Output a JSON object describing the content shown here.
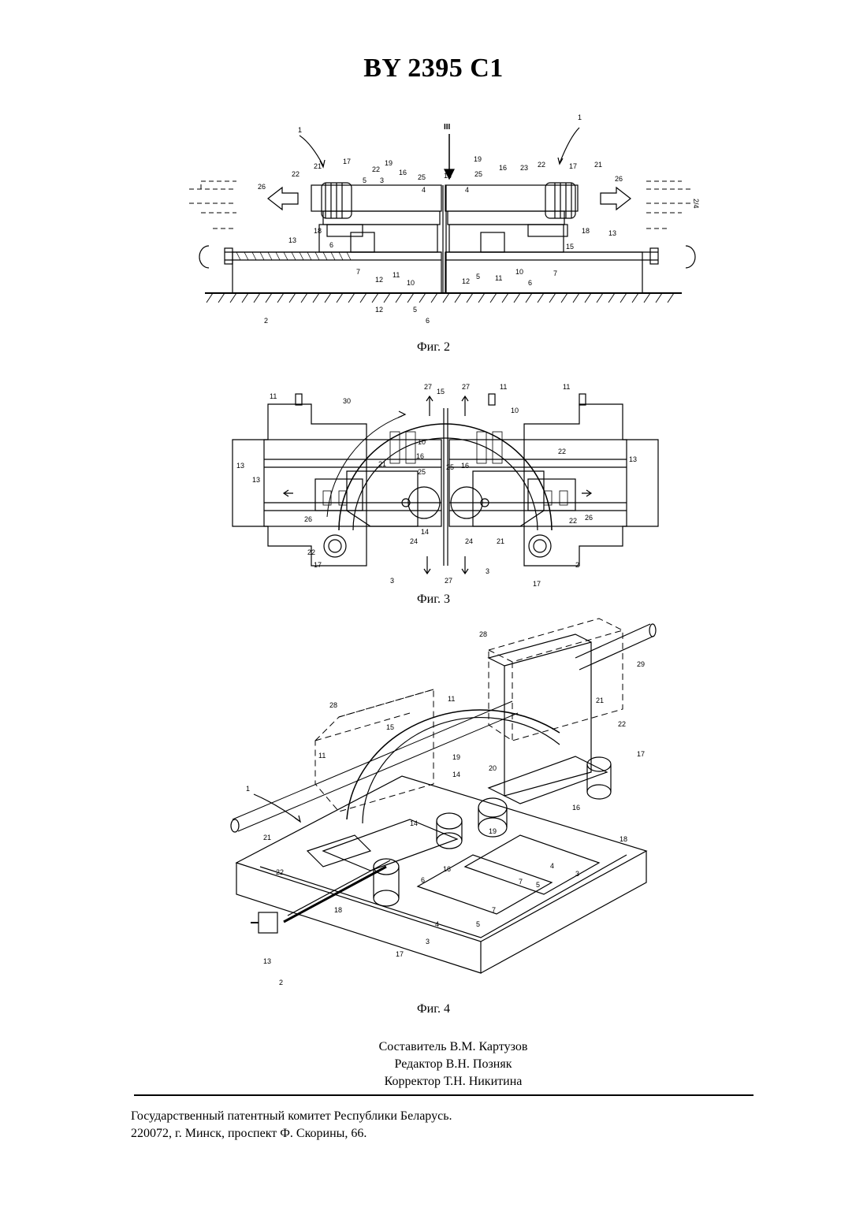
{
  "document": {
    "number": "BY 2395 C1"
  },
  "figures": [
    {
      "caption": "Фиг. 2",
      "view_marker": "III",
      "labels": [
        "1",
        "1",
        "22",
        "21",
        "17",
        "5",
        "22",
        "19",
        "3",
        "16",
        "25",
        "4",
        "14",
        "4",
        "25",
        "19",
        "16",
        "23",
        "22",
        "17",
        "21",
        "26",
        "26",
        "18",
        "18",
        "6",
        "15",
        "13",
        "13",
        "7",
        "11",
        "10",
        "12",
        "5",
        "12",
        "11",
        "10",
        "6",
        "7",
        "2",
        "12",
        "5",
        "6",
        "2/4"
      ]
    },
    {
      "caption": "Фиг. 3",
      "labels": [
        "11",
        "30",
        "27",
        "27",
        "15",
        "11",
        "11",
        "13",
        "10",
        "10",
        "16",
        "25",
        "25",
        "16",
        "21",
        "22",
        "13",
        "13",
        "26",
        "26",
        "22",
        "22",
        "17",
        "14",
        "24",
        "24",
        "21",
        "2",
        "3",
        "27",
        "3",
        "17"
      ]
    },
    {
      "caption": "Фиг. 4",
      "labels": [
        "28",
        "29",
        "28",
        "11",
        "21",
        "22",
        "15",
        "19",
        "20",
        "17",
        "11",
        "14",
        "14",
        "16",
        "19",
        "18",
        "1",
        "21",
        "22",
        "16",
        "6",
        "4",
        "3",
        "7",
        "5",
        "18",
        "4",
        "5",
        "7",
        "3",
        "17",
        "13",
        "2"
      ]
    }
  ],
  "credits": {
    "compiler": "Составитель В.М. Картузов",
    "editor": "Редактор В.Н. Позняк",
    "proofreader": "Корректор Т.Н. Никитина"
  },
  "footer": {
    "line1": "Государственный патентный комитет Республики Беларусь.",
    "line2": "220072, г. Минск, проспект Ф. Скорины, 66."
  }
}
